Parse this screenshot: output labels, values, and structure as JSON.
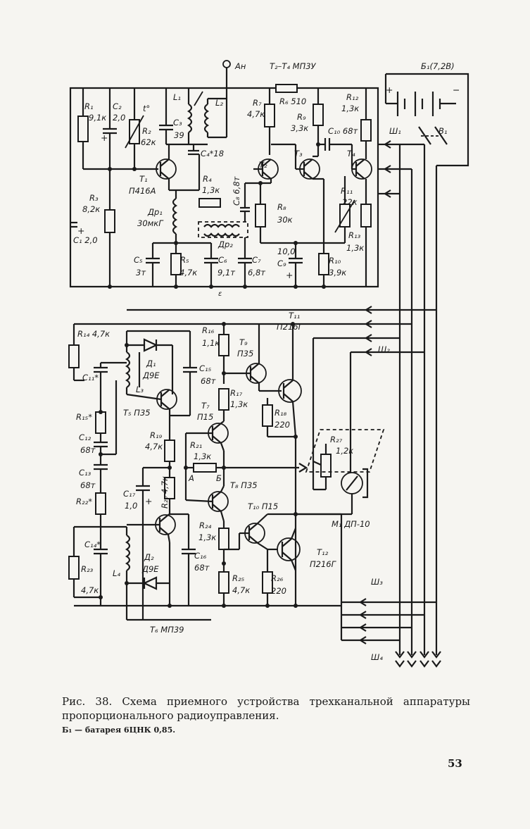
{
  "caption": {
    "figure": "Рис. 38.",
    "text": "Схема приемного устройства трехканальной аппаратуры пропорционального радиоуправления."
  },
  "note": "Б₁ — батарея 6ЦНК 0,85.",
  "page_number": "53",
  "labels": {
    "antenna": "Aн",
    "t2_t4": "T₂–T₄ МП3У",
    "battery": "Б₁(7,2В)",
    "sh1": "Ш₁",
    "v1": "В₁",
    "sh2": "Ш₂",
    "sh3": "Ш₃",
    "sh4": "Ш₄",
    "r1": "R₁",
    "r1v": "9,1к",
    "c2": "C₂",
    "c2v": "2,0",
    "t_deg": "t°",
    "r2": "R₂",
    "r2v": "62к",
    "l1": "L₁",
    "l2": "L₂",
    "c3": "C₃",
    "c3v": "39",
    "c4": "C₄*18",
    "t1": "T₁",
    "t1t": "П416А",
    "r3": "R₃",
    "r3v": "8,2к",
    "c1": "C₁ 2,0",
    "r4": "R₄",
    "r4v": "1,3к",
    "dr1": "Др₁",
    "dr1v": "30мкГ",
    "c5": "C₅",
    "c5v": "3т",
    "r5": "R₅",
    "r5v": "4,7к",
    "c6": "C₆",
    "c6v": "9,1т",
    "dr2": "Др₂",
    "c7": "C₇",
    "c7v": "6,8т",
    "c8": "C₈ 6,8т",
    "r6": "R₆ 510",
    "r7": "R₇",
    "r7v": "4,7к",
    "r8": "R₈",
    "r8v": "30к",
    "r9": "R₉",
    "r9v": "3,3к",
    "c9": "C₉",
    "c9v": "10,0",
    "c10": "C₁₀ 68т",
    "r10": "R₁₀",
    "r10v": "3,9к",
    "t2": "T₂",
    "t3": "T₃",
    "t4": "T₄",
    "r11": "R₁₁",
    "r11v": "22к",
    "r12": "R₁₂",
    "r12v": "1,3к",
    "r13": "R₁₃",
    "r13v": "1,3к",
    "eps": "ε",
    "t11": "T₁₁",
    "t11t": "П216Г",
    "r14": "R₁₄ 4,7к",
    "c11": "C₁₁*",
    "d1": "Д₁",
    "d1t": "Д9Е",
    "l3": "L₃",
    "t5": "T₅ П35",
    "c15": "C₁₅",
    "c15v": "68т",
    "r15": "R₁₅*",
    "r16": "R₁₆",
    "r16v": "1,1к",
    "t9": "T₉",
    "t9t": "П35",
    "r17": "R₁₇",
    "r17v": "1,3к",
    "t7": "T₇",
    "t7t": "П15",
    "r18": "R₁₈",
    "r18v": "220",
    "c12": "C₁₂",
    "c12v": "68т",
    "r19": "R₁₉",
    "r19v": "4,7к",
    "r21": "R₂₁",
    "r21v": "1,3к",
    "r27": "R₂₇",
    "r27v": "1,2к",
    "c13": "C₁₃",
    "c13v": "68т",
    "a": "А",
    "b": "Б",
    "t8": "T₈ П35",
    "r22": "R₂₂*",
    "c17": "C₁₇",
    "c17v": "1,0",
    "r20": "R₂₀ 4,7к",
    "m1": "M₁ ДП-10",
    "t10": "T₁₀ П15",
    "c14": "C₁₄*",
    "r23": "R₂₃",
    "r23v": "4,7к",
    "l4": "L₄",
    "d2": "Д₂",
    "d2t": "Д9Е",
    "c16": "C₁₆",
    "c16v": "68т",
    "r24": "R₂₄",
    "r24v": "1,3к",
    "r25": "R₂₅",
    "r25v": "4,7к",
    "r26": "R₂₆",
    "r26v": "220",
    "t12": "T₁₂",
    "t12t": "П216Г",
    "t6": "T₆ МП39"
  }
}
